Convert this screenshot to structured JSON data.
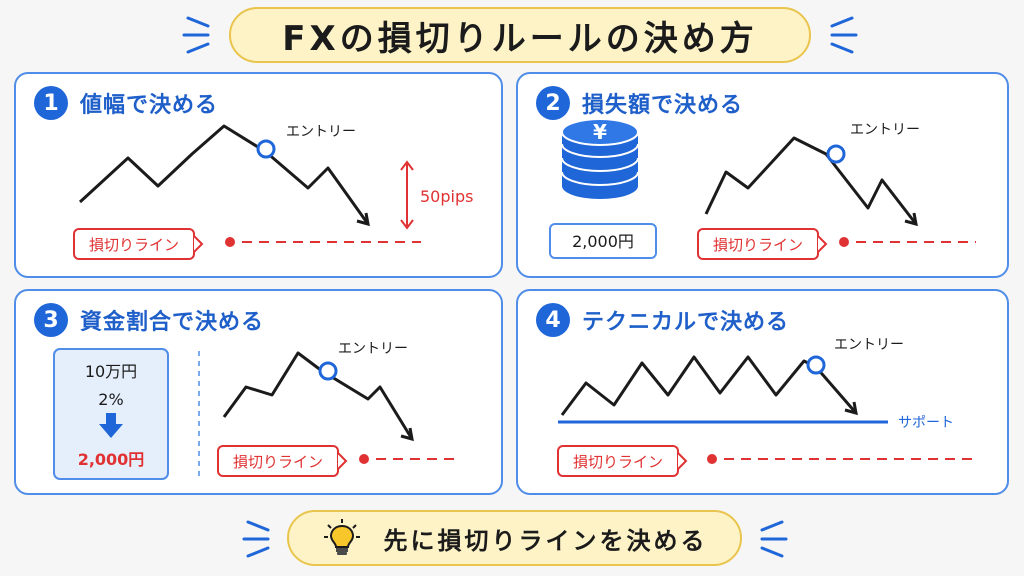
{
  "title": "FXの損切りルールの決め方",
  "colors": {
    "accent_blue": "#1f66d9",
    "stop_red": "#e03232",
    "highlight_yellow": "#fdf3c7"
  },
  "labels": {
    "entry": "エントリー",
    "stop_line": "損切りライン",
    "support": "サポート"
  },
  "card1": {
    "number": "1",
    "title": "値幅で決める",
    "distance": "50pips"
  },
  "card2": {
    "number": "2",
    "title": "損失額で決める",
    "coin_symbol": "¥",
    "amount": "2,000円"
  },
  "card3": {
    "number": "3",
    "title": "資金割合で決める",
    "capital": "10万円",
    "percent": "2%",
    "result": "2,000円"
  },
  "card4": {
    "number": "4",
    "title": "テクニカルで決める"
  },
  "footer": {
    "text": "先に損切りラインを決める",
    "icon": "lightbulb-icon"
  }
}
